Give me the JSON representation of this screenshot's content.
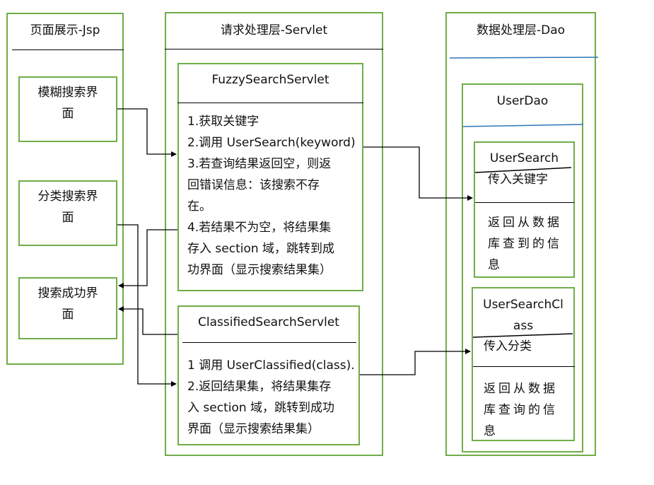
{
  "columns": {
    "jsp": {
      "title": "页面展示-Jsp",
      "fuzzy_page": [
        "模糊搜索界",
        "面"
      ],
      "classified_page": [
        "分类搜索界",
        "面"
      ],
      "success_page": [
        "搜索成功界",
        "面"
      ]
    },
    "servlet": {
      "title": "请求处理层-Servlet",
      "fuzzy": {
        "name": "FuzzySearchServlet",
        "steps": [
          "1.获取关键字",
          "2.调用 UserSearch(keyword)",
          "3.若查询结果返回空，则返",
          "回错误信息：该搜索不存",
          "在。",
          "4.若结果不为空，将结果集",
          "存入 section 域，跳转到成",
          "功界面（显示搜索结果集）"
        ]
      },
      "classified": {
        "name": "ClassifiedSearchServlet",
        "steps": [
          "1 调用 UserClassified(class).",
          "2.返回结果集，将结果集存",
          "入 section 域，跳转到成功",
          "界面（显示搜索结果集）"
        ]
      }
    },
    "dao": {
      "title": "数据处理层-Dao",
      "userdao": "UserDao",
      "user_search": {
        "name": "UserSearch",
        "input": "传入关键字",
        "output": [
          "返回从数据",
          "库查到的信",
          "息"
        ]
      },
      "user_search_class": {
        "name": [
          "UserSearchCl",
          "ass"
        ],
        "input": "传入分类",
        "output": [
          "返回从数据",
          "库查询的信",
          "息"
        ]
      }
    }
  },
  "colors": {
    "box_border": "#70ad47",
    "line": "#000000",
    "accent_line": "#2e75b6"
  }
}
